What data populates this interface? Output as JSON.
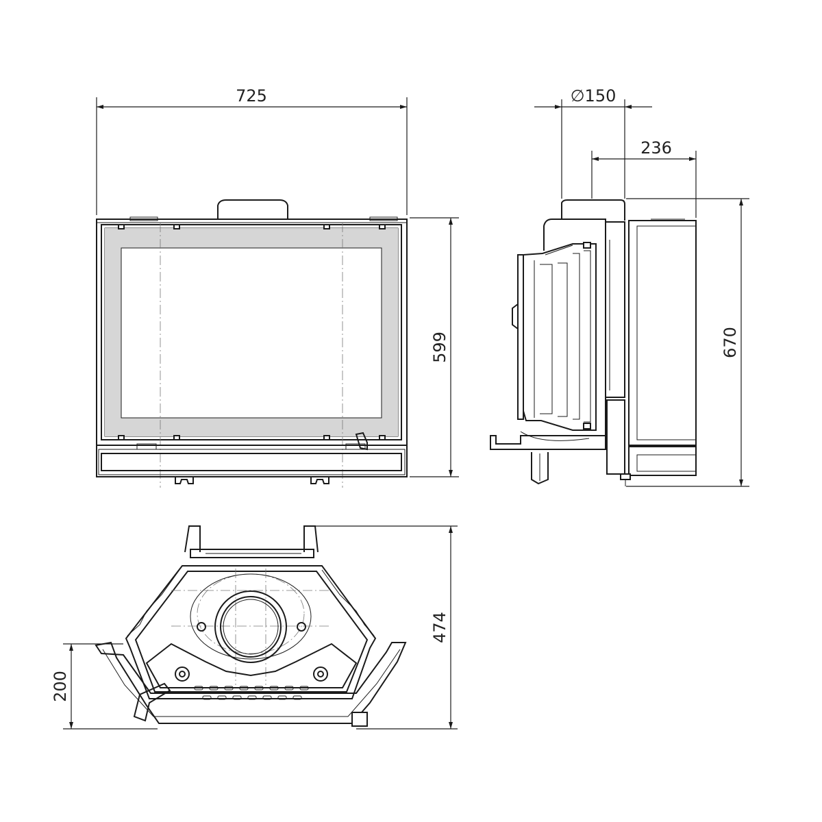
{
  "dimensions": {
    "front_width": "725",
    "front_height": "599",
    "side_flue_diameter": "∅150",
    "side_offset": "236",
    "side_height": "670",
    "top_depth": "474",
    "top_front_depth": "200"
  },
  "colors": {
    "line": "#1a1a1a",
    "glass_frame": "#d6d6d6",
    "background": "#ffffff"
  }
}
